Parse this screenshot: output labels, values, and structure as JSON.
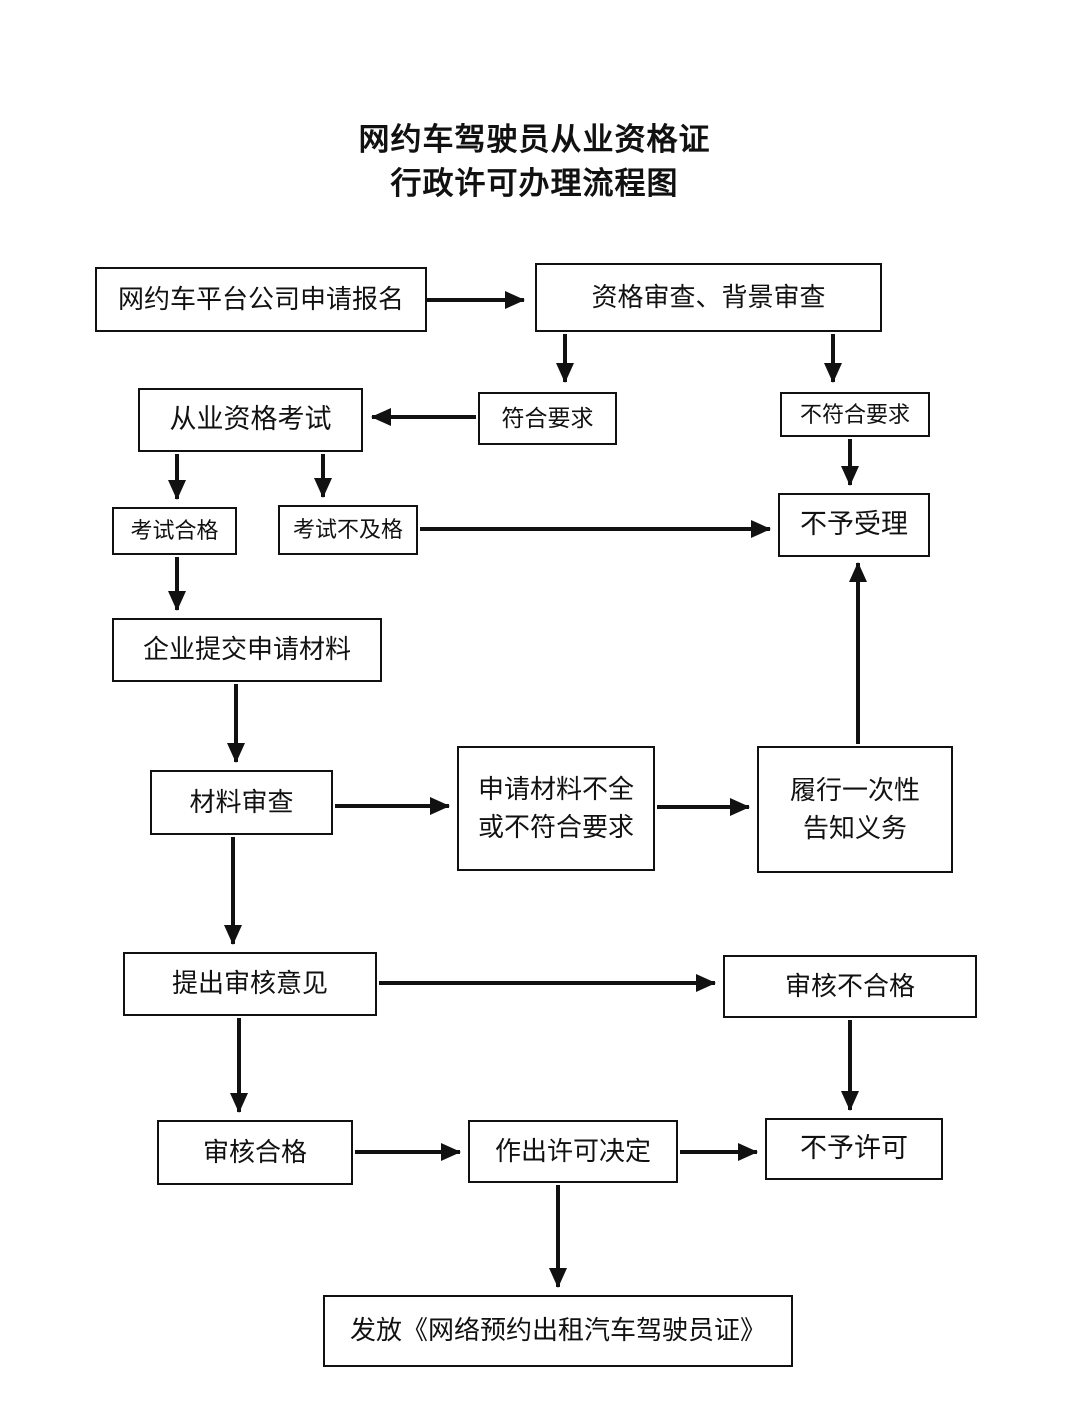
{
  "title": {
    "line1": "网约车驾驶员从业资格证",
    "line2": "行政许可办理流程图"
  },
  "nodes": {
    "apply": "网约车平台公司申请报名",
    "qualification_check": "资格审查、背景审查",
    "exam": "从业资格考试",
    "meets_requirements": "符合要求",
    "not_meets_requirements": "不符合要求",
    "exam_pass": "考试合格",
    "exam_fail": "考试不及格",
    "not_accepted": "不予受理",
    "submit_materials": "企业提交申请材料",
    "material_review": "材料审查",
    "incomplete_materials": "申请材料不全\n或不符合要求",
    "inform_obligation": "履行一次性\n告知义务",
    "review_opinion": "提出审核意见",
    "review_fail": "审核不合格",
    "review_pass": "审核合格",
    "license_decision": "作出许可决定",
    "no_license": "不予许可",
    "issue_certificate": "发放《网络预约出租汽车驾驶员证》"
  },
  "colors": {
    "line": "#111111",
    "background": "#ffffff",
    "text": "#111111"
  }
}
